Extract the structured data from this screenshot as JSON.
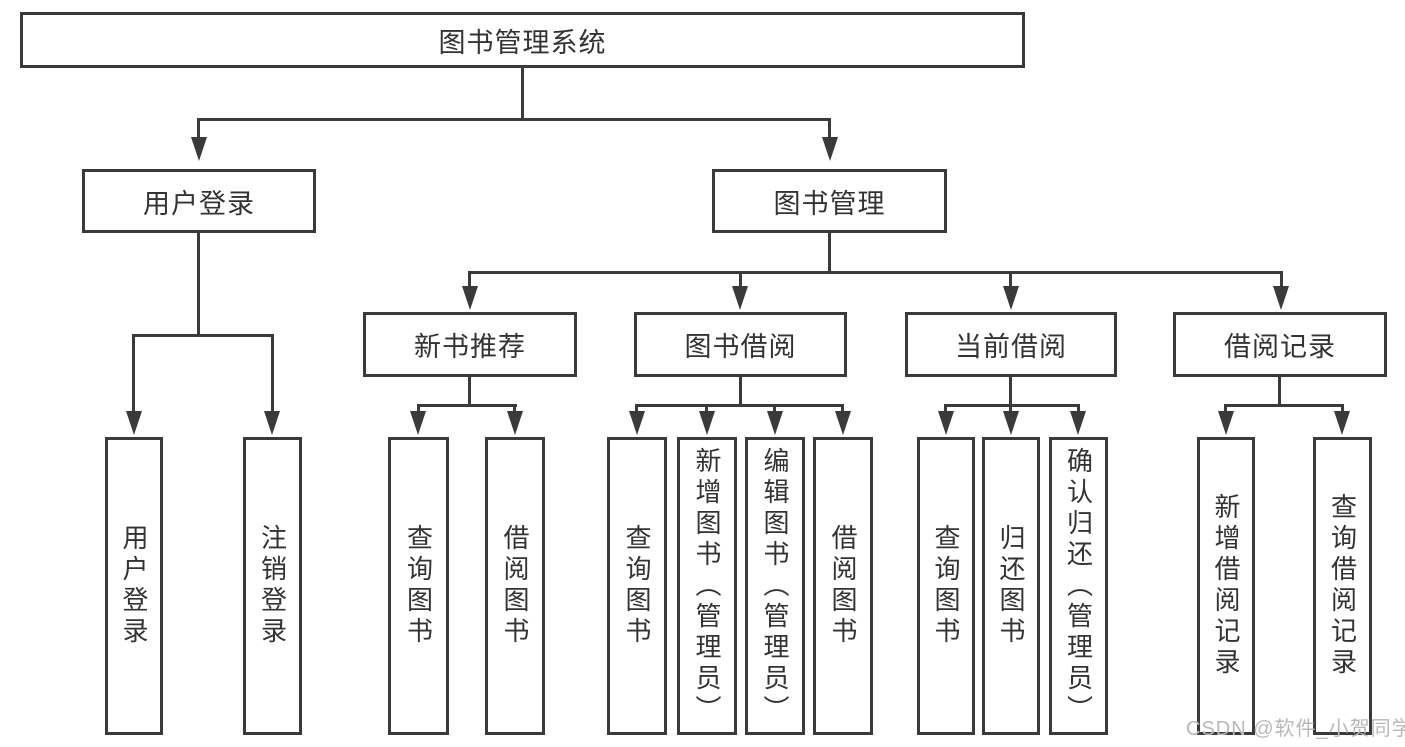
{
  "diagram": {
    "root": {
      "label": "图书管理系统"
    },
    "branches": [
      {
        "label": "用户登录",
        "leaves": [
          {
            "label": "用户登录"
          },
          {
            "label": "注销登录"
          }
        ]
      },
      {
        "label": "图书管理",
        "sections": [
          {
            "label": "新书推荐",
            "leaves": [
              {
                "label": "查询图书"
              },
              {
                "label": "借阅图书"
              }
            ]
          },
          {
            "label": "图书借阅",
            "leaves": [
              {
                "label": "查询图书"
              },
              {
                "label": "新增图书（管理员）"
              },
              {
                "label": "编辑图书（管理员）"
              },
              {
                "label": "借阅图书"
              }
            ]
          },
          {
            "label": "当前借阅",
            "leaves": [
              {
                "label": "查询图书"
              },
              {
                "label": "归还图书"
              },
              {
                "label": "确认归还（管理员）"
              }
            ]
          },
          {
            "label": "借阅记录",
            "leaves": [
              {
                "label": "新增借阅记录"
              },
              {
                "label": "查询借阅记录"
              }
            ]
          }
        ]
      }
    ],
    "watermark": "CSDN @软件_小贺同学",
    "colors": {
      "line": "#3a3a3a",
      "text": "#333333",
      "watermark": "#b9b9b9",
      "background": "#ffffff"
    }
  }
}
